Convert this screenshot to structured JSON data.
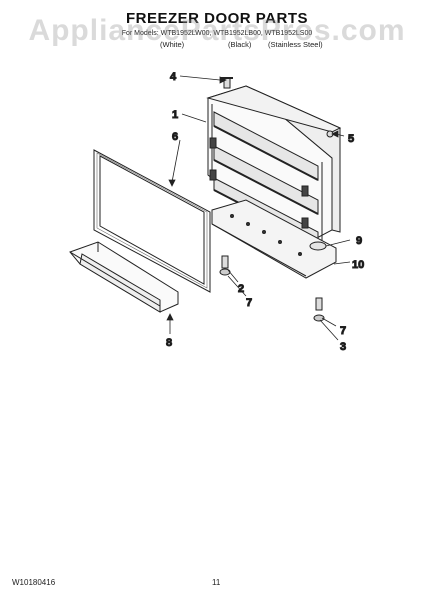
{
  "header": {
    "title": "FREEZER DOOR PARTS",
    "model_line": "For Models: WTB1952LW00, WTB1952LB00, WTB1952LS00",
    "color_white": "(White)",
    "color_black": "(Black)",
    "color_stainless": "(Stainless Steel)"
  },
  "watermark": "AppliancePartsPros.com",
  "callouts": {
    "c1": "1",
    "c2": "2",
    "c3": "3",
    "c4": "4",
    "c5": "5",
    "c6": "6",
    "c7a": "7",
    "c7b": "7",
    "c8": "8",
    "c9": "9",
    "c10": "10"
  },
  "footer": {
    "doc_number": "W10180416",
    "page_number": "11"
  }
}
